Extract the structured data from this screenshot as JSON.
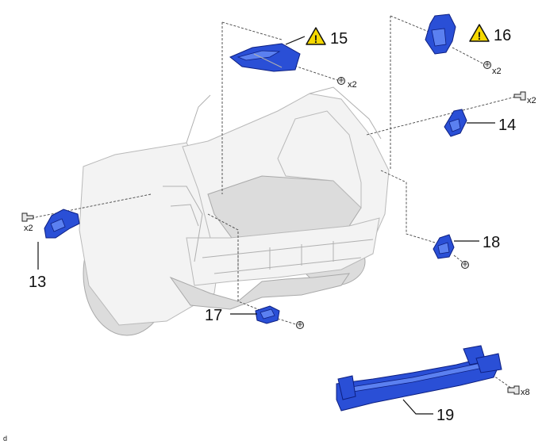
{
  "callouts": {
    "c13": "13",
    "c14": "14",
    "c15": "15",
    "c16": "16",
    "c17": "17",
    "c18": "18",
    "c19": "19"
  },
  "quantities": {
    "q15": "x2",
    "q16": "x2",
    "q14": "x2",
    "q13": "x2",
    "q19": "x8"
  },
  "warning_mark": "!",
  "corner_mark": "d",
  "icons": {
    "warning": "warning-triangle-icon",
    "bolt": "bolt-icon"
  },
  "colors": {
    "part_fill": "#2a4fd6",
    "part_outline": "#0d1f80",
    "warning_fill": "#f5d800"
  }
}
